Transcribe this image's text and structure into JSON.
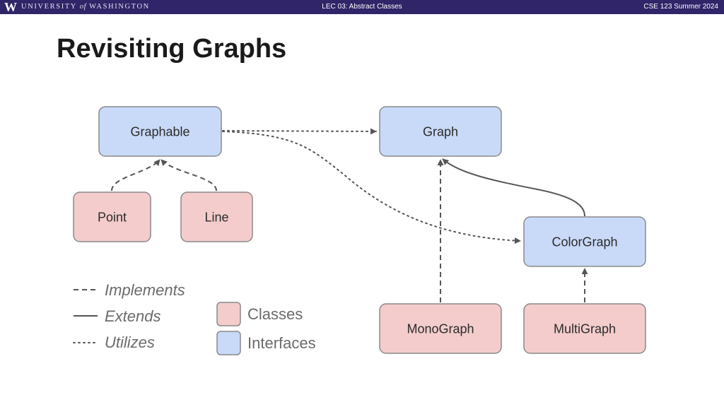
{
  "header": {
    "logo_mark": "W",
    "university_pre": "UNIVERSITY",
    "university_of": "of",
    "university_post": "WASHINGTON",
    "lecture": "LEC 03: Abstract Classes",
    "course": "CSE 123 Summer 2024"
  },
  "slide": {
    "title": "Revisiting Graphs"
  },
  "diagram": {
    "nodes": {
      "graphable": "Graphable",
      "graph": "Graph",
      "point": "Point",
      "line": "Line",
      "colorgraph": "ColorGraph",
      "monograph": "MonoGraph",
      "multigraph": "MultiGraph"
    },
    "legend": {
      "implements": "Implements",
      "extends": "Extends",
      "utilizes": "Utilizes",
      "classes": "Classes",
      "interfaces": "Interfaces"
    }
  },
  "colors": {
    "header_bg": "#2f2568",
    "interface_fill": "#c9daf8",
    "class_fill": "#f4cccc",
    "node_stroke": "#8a8a8a",
    "edge": "#555555"
  }
}
